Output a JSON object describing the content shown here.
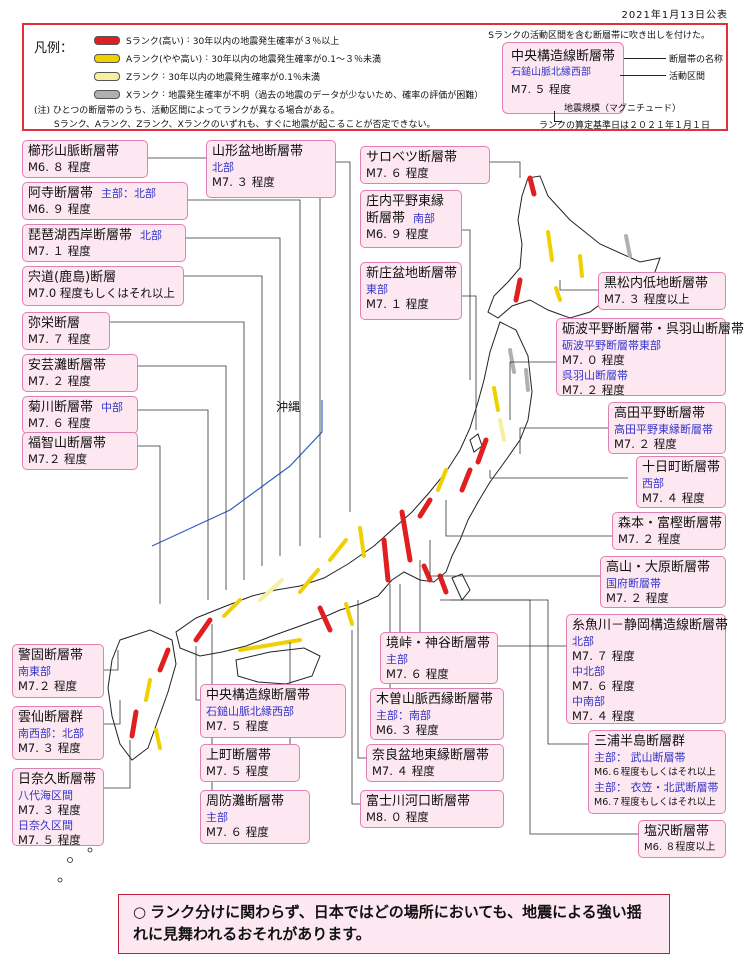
{
  "date": "2021年1月13日公表",
  "legend": {
    "title": "凡例：",
    "items": [
      {
        "rank": "Sランク(高い)",
        "desc": "30年以内の地震発生確率が３％以上",
        "color": "#e02020"
      },
      {
        "rank": "Aランク(やや高い)",
        "desc": "30年以内の地震発生確率が0.1～３％未満",
        "color": "#f0d000"
      },
      {
        "rank": "Zランク",
        "desc": "30年以内の地震発生確率が0.1％未満",
        "color": "#f6f0a0"
      },
      {
        "rank": "Xランク",
        "desc": "地震発生確率が不明（過去の地震のデータが少ないため、確率の評価が困難）",
        "color": "#b0b0b0"
      }
    ],
    "note1": "(注) ひとつの断層帯のうち、活動区間によってランクが異なる場合がある。",
    "note2": "Sランク、Aランク、Zランク、Xランクのいずれも、すぐに地震が起こることが否定できない。",
    "right_top": "Sランクの活動区間を含む断層帯に吹き出しを付けた。",
    "right_bot": "ランクの算定基準日は２０２１年１月１日",
    "sample": {
      "name": "中央構造線断層帯",
      "sub": "石鎚山脈北縁西部",
      "mag": "M7. ５ 程度"
    },
    "ann_name": "断層帯の名称",
    "ann_section": "活動区間",
    "ann_mag": "地震規模（マグニチュード）"
  },
  "okinawa": "沖縄",
  "cards": [
    {
      "id": "kashiyama",
      "name": "櫛形山脈断層帯",
      "sub": "",
      "lines": [
        "M6. ８ 程度"
      ]
    },
    {
      "id": "aterazu",
      "name": "阿寺断層帯",
      "inline": "主部：北部",
      "lines": [
        "M6. ９ 程度"
      ]
    },
    {
      "id": "biwako",
      "name": "琵琶湖西岸断層帯",
      "inline": "北部",
      "lines": [
        "M7. １ 程度"
      ]
    },
    {
      "id": "shinji",
      "name": "宍道(鹿島)断層",
      "lines": [
        "M7.0 程度もしくはそれ以上"
      ]
    },
    {
      "id": "yasaka",
      "name": "弥栄断層",
      "lines": [
        "M7. ７ 程度"
      ]
    },
    {
      "id": "akinada",
      "name": "安芸灘断層帯",
      "lines": [
        "M7. ２ 程度"
      ]
    },
    {
      "id": "kikugawa",
      "name": "菊川断層帯",
      "inline": "中部",
      "lines": [
        "M7. ６ 程度"
      ]
    },
    {
      "id": "fukuchi",
      "name": "福智山断層帯",
      "lines": [
        "M7.２ 程度"
      ]
    },
    {
      "id": "keigo",
      "name": "警固断層帯",
      "sub": "南東部",
      "lines": [
        "M7.２ 程度"
      ]
    },
    {
      "id": "unzen",
      "name": "雲仙断層群",
      "sub": "南西部：北部",
      "lines": [
        "M7. ３ 程度"
      ]
    },
    {
      "id": "hinagu",
      "name": "日奈久断層帯",
      "subs": [
        "八代海区間",
        "日奈久区間"
      ],
      "lines": [
        "M7. ３ 程度",
        "M7. ５ 程度"
      ]
    },
    {
      "id": "yamagata",
      "name": "山形盆地断層帯",
      "sub": "北部",
      "lines": [
        "M7. ３ 程度"
      ]
    },
    {
      "id": "sarobetsu",
      "name": "サロベツ断層帯",
      "lines": [
        "M7. ６ 程度"
      ]
    },
    {
      "id": "shonai",
      "name": "庄内平野東縁断層帯",
      "inline": "南部",
      "lines": [
        "M6. ９ 程度"
      ]
    },
    {
      "id": "shinjo",
      "name": "新庄盆地断層帯",
      "sub": "東部",
      "lines": [
        "M7. １ 程度"
      ]
    },
    {
      "id": "kuromatsu",
      "name": "黒松内低地断層帯",
      "lines": [
        "M7. ３ 程度以上"
      ]
    },
    {
      "id": "tonami",
      "name": "砺波平野断層帯・呉羽山断層帯",
      "subs": [
        "砺波平野断層帯東部",
        "呉羽山断層帯"
      ],
      "lines": [
        "M7. ０ 程度",
        "M7. ２ 程度"
      ]
    },
    {
      "id": "takada",
      "name": "高田平野断層帯",
      "sub": "高田平野東縁断層帯",
      "lines": [
        "M7. ２ 程度"
      ]
    },
    {
      "id": "tokamachi",
      "name": "十日町断層帯",
      "sub": "西部",
      "lines": [
        "M7. ４ 程度"
      ]
    },
    {
      "id": "morimoto",
      "name": "森本・富樫断層帯",
      "lines": [
        "M7. ２ 程度"
      ]
    },
    {
      "id": "takayama",
      "name": "高山・大原断層帯",
      "sub": "国府断層帯",
      "lines": [
        "M7. ２ 程度"
      ]
    },
    {
      "id": "itoigawa",
      "name": "糸魚川－静岡構造線断層帯",
      "subs": [
        "北部",
        "中北部",
        "中南部"
      ],
      "lines": [
        "M7. ７ 程度",
        "M7. ６ 程度",
        "M7. ４ 程度"
      ]
    },
    {
      "id": "miura",
      "name": "三浦半島断層群",
      "subs": [
        "主部： 武山断層帯",
        "主部： 衣笠・北武断層帯"
      ],
      "lines": [
        "M6.６程度もしくはそれ以上",
        "M6.７程度もしくはそれ以上"
      ]
    },
    {
      "id": "shiozuka",
      "name": "塩沢断層帯",
      "lines": [
        "M6. ８程度以上"
      ]
    },
    {
      "id": "sakai",
      "name": "境峠・神谷断層帯",
      "sub": "主部",
      "lines": [
        "M7. ６ 程度"
      ]
    },
    {
      "id": "kiso",
      "name": "木曽山脈西縁断層帯",
      "sub": "主部：南部",
      "lines": [
        "M6. ３ 程度"
      ]
    },
    {
      "id": "nara",
      "name": "奈良盆地東縁断層帯",
      "lines": [
        "M7. ４ 程度"
      ]
    },
    {
      "id": "fujikawa",
      "name": "富士川河口断層帯",
      "lines": [
        "M8. ０ 程度"
      ]
    },
    {
      "id": "chuo",
      "name": "中央構造線断層帯",
      "sub": "石鎚山脈北縁西部",
      "lines": [
        "M7. ５ 程度"
      ]
    },
    {
      "id": "uemachi",
      "name": "上町断層帯",
      "lines": [
        "M7. ５ 程度"
      ]
    },
    {
      "id": "suonada",
      "name": "周防灘断層帯",
      "sub": "主部",
      "lines": [
        "M7. ６ 程度"
      ]
    }
  ],
  "bottom": {
    "mark": "○",
    "text": "ランク分けに関わらず、日本ではどの場所においても、地震による強い揺れに見舞われるおそれがあります。"
  }
}
